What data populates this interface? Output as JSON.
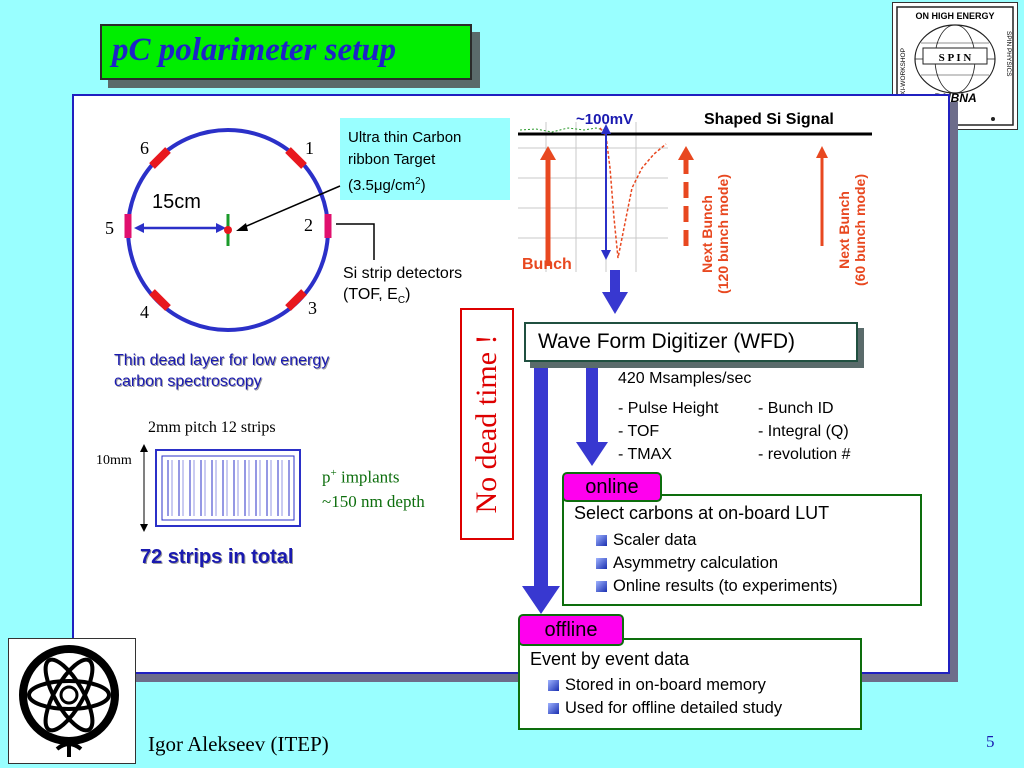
{
  "title": "pC polarimeter setup",
  "ring": {
    "detector_numbers": [
      "1",
      "2",
      "3",
      "4",
      "5",
      "6"
    ],
    "radius_label": "15cm",
    "target_callout": [
      "Ultra thin Carbon",
      "ribbon Target",
      "(3.5",
      "μ",
      "g/cm",
      "2",
      ")"
    ],
    "si_callout_line1": "Si strip detectors",
    "si_callout_line2_pre": "(TOF, E",
    "si_callout_line2_sub": "C",
    "si_callout_line2_post": ")"
  },
  "dead_layer_text": [
    "Thin dead layer for low  energy",
    "carbon spectroscopy"
  ],
  "strip_detector": {
    "pitch_label": "2mm pitch 12 strips",
    "height_label": "10mm",
    "implants_pre": "p",
    "implants_sup": "+",
    "implants_post": " implants",
    "depth_label": "~150 nm depth",
    "total_label": "72 strips in total"
  },
  "signal_plot": {
    "amplitude_label": "~100mV",
    "title": "Shaped Si Signal",
    "bunch_label": "Bunch",
    "next_bunch_120": [
      "Next Bunch",
      "(120 bunch mode)"
    ],
    "next_bunch_60": [
      "Next Bunch",
      "(60 bunch mode)"
    ]
  },
  "no_dead_time": "No dead time !",
  "wfd": {
    "label": "Wave Form Digitizer (WFD)",
    "rate": "420 Msamples/sec",
    "features_left": [
      "- Pulse Height",
      "- TOF",
      "- TMAX"
    ],
    "features_right": [
      "- Bunch ID",
      "- Integral (Q)",
      "- revolution #"
    ]
  },
  "online": {
    "tag": "online",
    "heading": "Select carbons at on-board LUT",
    "items": [
      "Scaler data",
      "Asymmetry calculation",
      "Online results (to experiments)"
    ]
  },
  "offline": {
    "tag": "offline",
    "heading": "Event by event data",
    "items": [
      "Stored in on-board memory",
      "Used for offline detailed study"
    ]
  },
  "footer": {
    "author": "Igor Alekseev (ITEP)",
    "page_number": "5"
  },
  "logo_top": {
    "top_text": "ON HIGH ENERGY",
    "left_text": "XI-WORKSHOP",
    "right_text": "SPIN PHYSICS",
    "center_text": "S P I N",
    "bottom_text": "DUBNA"
  },
  "colors": {
    "background": "#99ffff",
    "title_green": "#00ee00",
    "title_blue": "#1d23c8",
    "ring_blue": "#2b30c8",
    "detector_red": "#e8181e",
    "detector_magenta": "#e0106e",
    "arrow_blue": "#3838d0",
    "tag_magenta": "#ff00ee",
    "signal_red": "#e84820"
  }
}
